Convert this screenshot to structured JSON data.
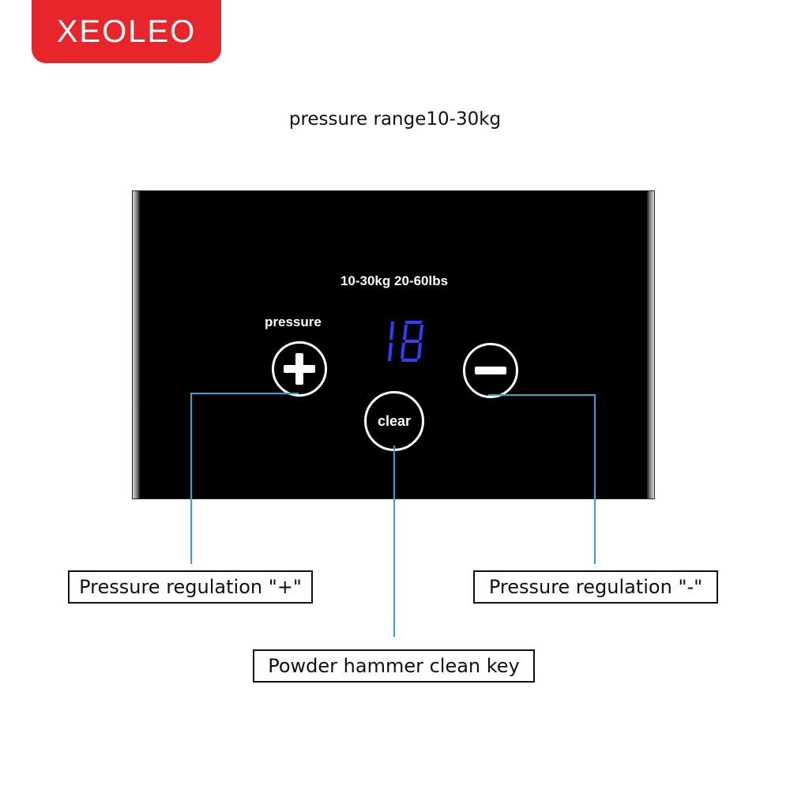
{
  "brand": {
    "logo_text": "XEOLEO",
    "badge_color": "#e8252b"
  },
  "headline": "pressure range10-30kg",
  "panel": {
    "range_label": "10-30kg 20-60lbs",
    "pressure_label": "pressure",
    "display_value": "18",
    "display_color": "#2f3fff",
    "plus_button": "plus-icon",
    "minus_button": "minus-icon",
    "clear_label": "clear"
  },
  "callouts": {
    "line_color": "#2aa7d6",
    "plus_label": "Pressure regulation \"+\"",
    "minus_label": "Pressure regulation \"-\"",
    "clear_label": "Powder hammer clean key"
  }
}
